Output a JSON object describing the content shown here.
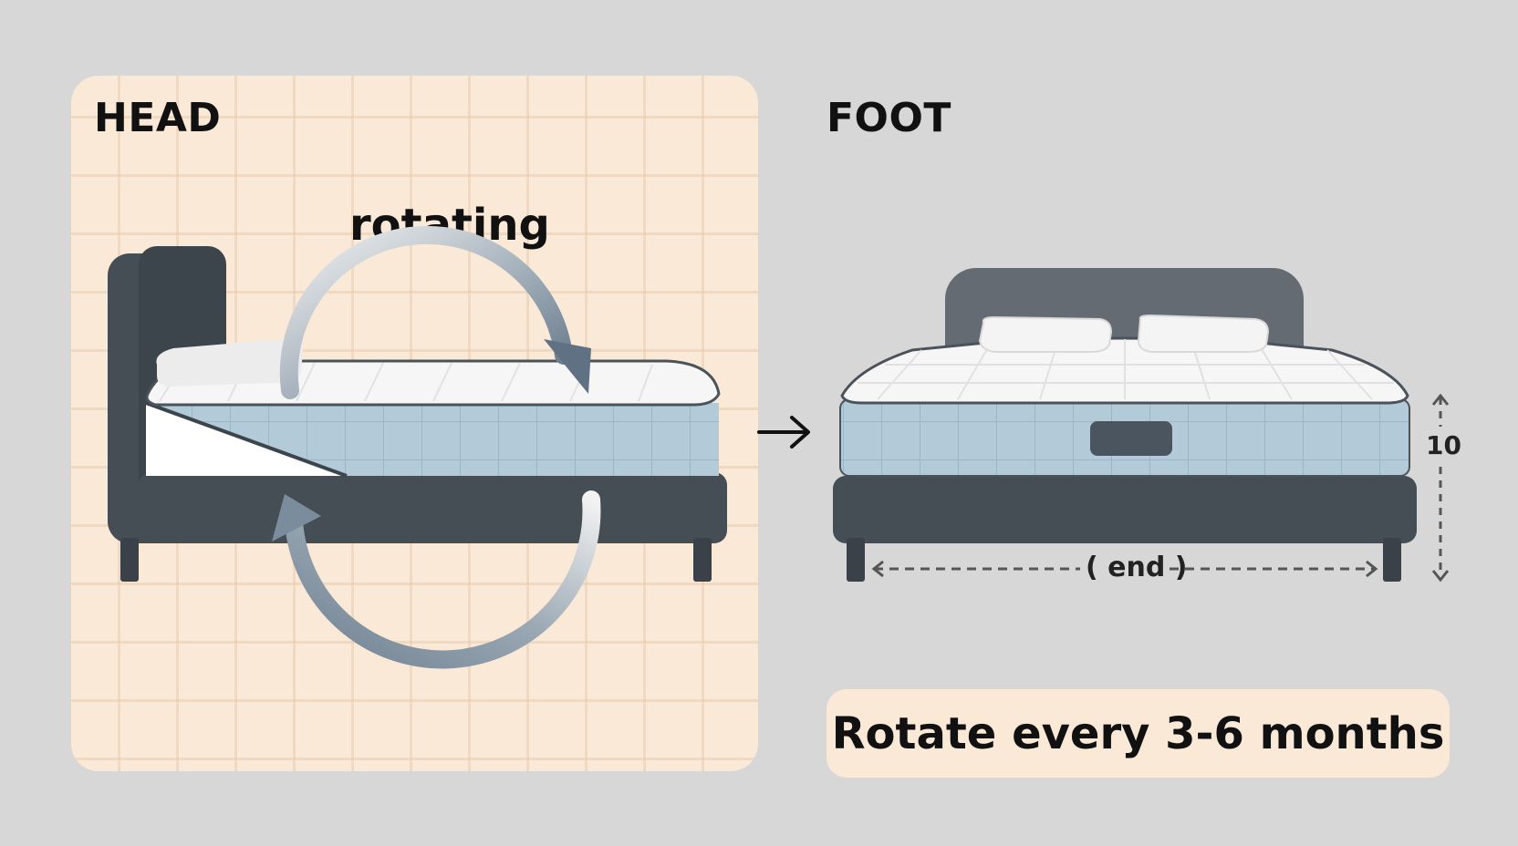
{
  "labels": {
    "head": "HEAD",
    "foot": "FOOT",
    "action": "rotating"
  },
  "dimensions": {
    "height": "10",
    "width": "( end )"
  },
  "note": "Rotate every 3-6 months",
  "icons": {
    "rotation": "circular-arrows-icon",
    "transition": "right-arrow-icon"
  },
  "colors": {
    "background": "#d7d7d7",
    "panel": "#fbe9d7",
    "frame": "#454d55",
    "mattress_side": "#b3cad8",
    "arrow": "#7b8d9c"
  }
}
